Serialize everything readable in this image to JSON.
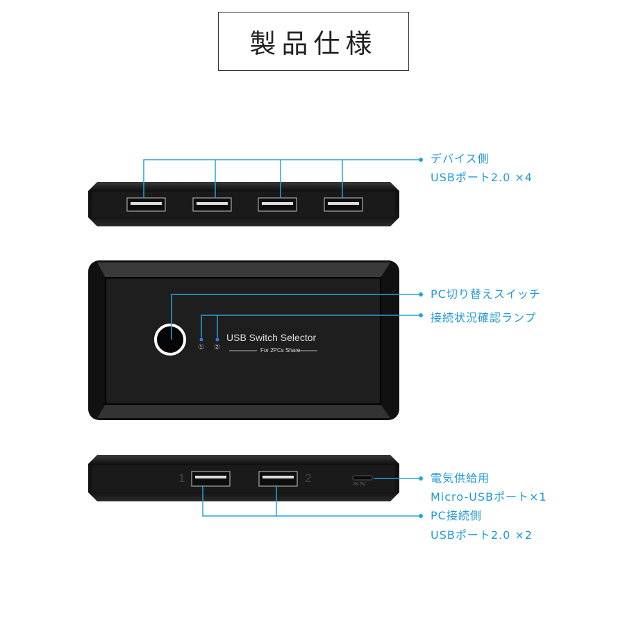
{
  "title": "製品仕様",
  "colors": {
    "accent": "#29a3d9",
    "device": "#1c1c1c",
    "label": "#1f9ad6"
  },
  "device_front": {
    "brand": "USB Switch Selector",
    "subtitle": "For 2PCs Share",
    "led_1": "①",
    "led_2": "②"
  },
  "device_back": {
    "port_1_number": "1",
    "port_2_number": "2",
    "power_label": "IN 5V"
  },
  "callouts": {
    "device_ports": {
      "line1": "デバイス側",
      "line2": "USBポート2.0 ×4"
    },
    "switch_button": {
      "line1": "PC切り替えスイッチ"
    },
    "status_led": {
      "line1": "接続状況確認ランプ"
    },
    "power": {
      "line1": "電気供給用",
      "line2": "Micro-USBポート×1"
    },
    "pc_ports": {
      "line1": "PC接続側",
      "line2": "USBポート2.0 ×2"
    }
  }
}
